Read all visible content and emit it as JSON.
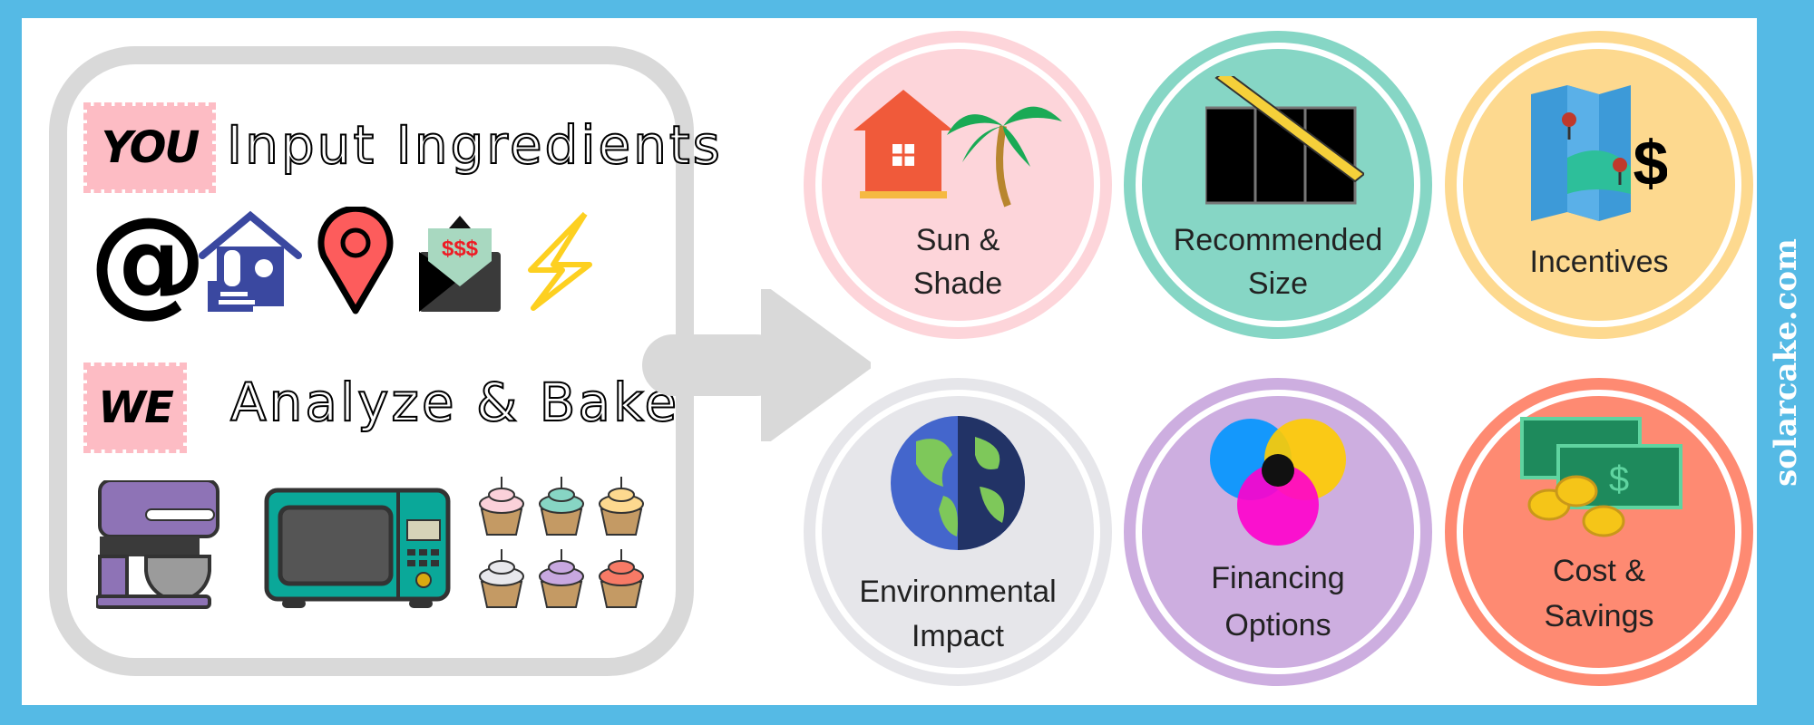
{
  "left_panel": {
    "you_badge": "YOU",
    "input_heading": "Input Ingredients",
    "input_icons": [
      "at-sign-icon",
      "house-icon",
      "location-pin-icon",
      "envelope-money-icon",
      "lightning-bolt-icon"
    ],
    "envelope_text": "$$$",
    "we_badge": "WE",
    "analyze_heading": "Analyze & Bake",
    "bake_icons": [
      "stand-mixer-icon",
      "microwave-icon",
      "cupcakes-icon"
    ]
  },
  "results": [
    {
      "label_line1": "Sun &",
      "label_line2": "Shade",
      "icon": "house-palm-icon",
      "color": "#fdd5da"
    },
    {
      "label_line1": "Recommended",
      "label_line2": "Size",
      "icon": "solar-panel-ruler-icon",
      "color": "#86d6c5"
    },
    {
      "label_line1": "Incentives",
      "icon": "map-dollar-icon",
      "dollar": "$",
      "color": "#fdd98f"
    },
    {
      "label_line1": "Environmental",
      "label_line2": "Impact",
      "icon": "globe-icon",
      "color": "#e6e6ea"
    },
    {
      "label_line1": "Financing",
      "label_line2": "Options",
      "icon": "color-circles-icon",
      "color": "#cdaee0"
    },
    {
      "label_line1": "Cost &",
      "label_line2": "Savings",
      "icon": "money-coins-icon",
      "color": "#fe8a72"
    }
  ],
  "brand": "solarcake.com",
  "colors": {
    "frame": "#55bae5",
    "box_border": "#d9d9d9",
    "badge": "#fdbcc4"
  }
}
